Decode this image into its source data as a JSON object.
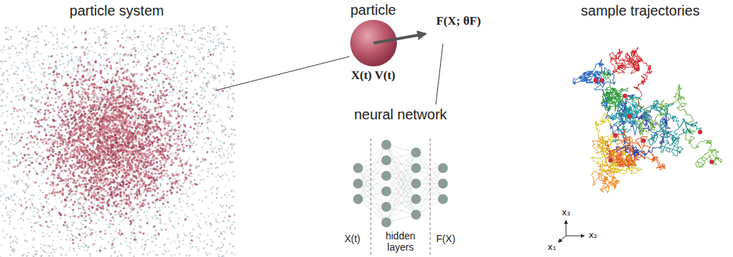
{
  "diagram": {
    "nodes": [
      {
        "text": [
          "particle",
          "X(t) V(t)"
        ]
      }
    ],
    "labels": [
      "particle system",
      "F(X; θF)",
      "neural network",
      "X(t)",
      "hidden layers",
      "F(X)",
      "sample trajectories",
      "x₃",
      "x₂",
      "x₁"
    ]
  }
}
